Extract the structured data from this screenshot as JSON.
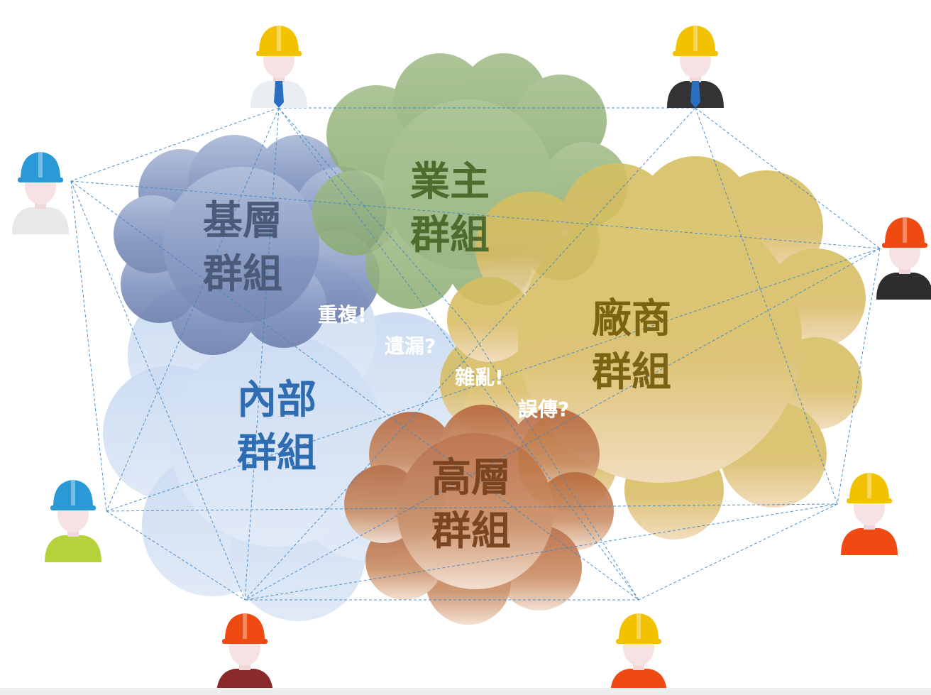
{
  "groups": {
    "grassroots": {
      "line1": "基層",
      "line2": "群組",
      "color": "#4b5a78"
    },
    "owner": {
      "line1": "業主",
      "line2": "群組",
      "color": "#4f6b2e"
    },
    "vendor": {
      "line1": "廠商",
      "line2": "群組",
      "color": "#7a6312"
    },
    "internal": {
      "line1": "內部",
      "line2": "群組",
      "color": "#2f6db2"
    },
    "executive": {
      "line1": "高層",
      "line2": "群組",
      "color": "#7a4520"
    }
  },
  "issues": {
    "duplicate": "重複!",
    "omission": "遺漏?",
    "messy": "雜亂!",
    "misdelivery": "誤傳?"
  },
  "people": [
    {
      "name": "worker-top-left",
      "helmet": "#f2c200",
      "shirt": "#e8eef2",
      "tie": "#2a6fbf"
    },
    {
      "name": "worker-top-right",
      "helmet": "#f2c200",
      "shirt": "#333333",
      "tie": "#2a6fbf"
    },
    {
      "name": "worker-left",
      "helmet": "#2a9ad6",
      "shirt": "#e8e8e8",
      "tie": ""
    },
    {
      "name": "worker-right",
      "helmet": "#ef4a12",
      "shirt": "#2d2d2d",
      "tie": ""
    },
    {
      "name": "worker-bottom-left",
      "helmet": "#2a9ad6",
      "shirt": "#b6d23a",
      "tie": ""
    },
    {
      "name": "worker-bottom-right",
      "helmet": "#f2c200",
      "shirt": "#ef4a12",
      "tie": ""
    },
    {
      "name": "worker-bottom",
      "helmet": "#ef4a12",
      "shirt": "#8a2a2a",
      "tie": ""
    },
    {
      "name": "worker-bottom-center",
      "helmet": "#f2c200",
      "shirt": "#ef4a12",
      "tie": ""
    }
  ]
}
